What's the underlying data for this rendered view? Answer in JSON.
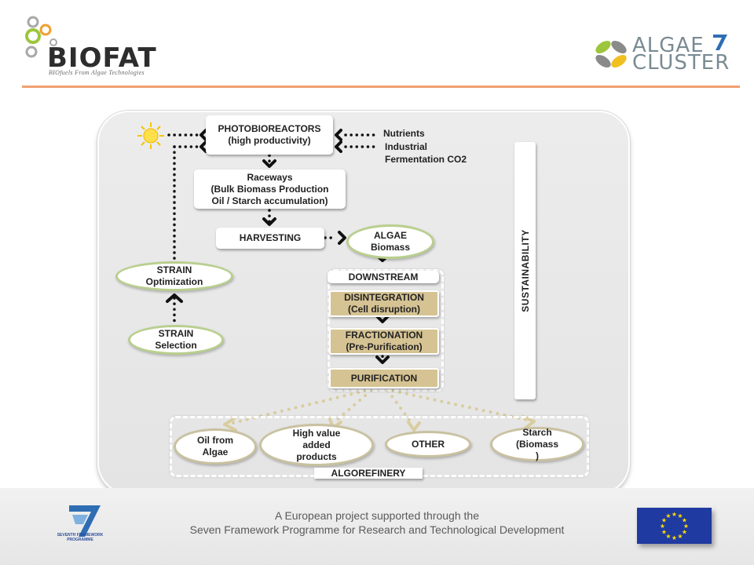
{
  "header": {
    "biofat_wordmark": "BIOFAT",
    "biofat_tagline": "BIOfuels From Algae Technologies",
    "algae_cluster_line1": "ALGAE",
    "algae_cluster_line2": "CLUSTER"
  },
  "diagram": {
    "photobioreactors": "PHOTOBIOREACTORS\n(high productivity)",
    "nutrients": "Nutrients",
    "industrial_co2": "Industrial\nFermentation  CO2",
    "raceways": "Raceways\n(Bulk Biomass Production\nOil / Starch accumulation)",
    "harvesting": "HARVESTING",
    "algae_biomass": "ALGAE\nBiomass",
    "strain_optimization": "STRAIN\nOptimization",
    "strain_selection": "STRAIN\nSelection",
    "downstream": "DOWNSTREAM",
    "disintegration": "DISINTEGRATION\n(Cell disruption)",
    "fractionation": "FRACTIONATION\n(Pre-Purification)",
    "purification": "PURIFICATION",
    "sustainability": "SUSTAINABILITY",
    "algorefinery": "ALGOREFINERY",
    "products": {
      "oil": "Oil from\nAlgae",
      "high_value": "High value\nadded\nproducts",
      "other": "OTHER",
      "starch": "Starch\n(Biomass\n)"
    }
  },
  "footer": {
    "line1": "A European project supported through the",
    "line2": "Seven Framework Programme for Research and Technological Development",
    "fp7_caption": "SEVENTH FRAMEWORK\nPROGRAMME"
  },
  "colors": {
    "accent_rule": "#f0a070",
    "green_outline": "#b9cf8e",
    "tan_box": "#d6c393",
    "eu_blue": "#1f3aa0",
    "eu_star": "#ffdd00"
  }
}
